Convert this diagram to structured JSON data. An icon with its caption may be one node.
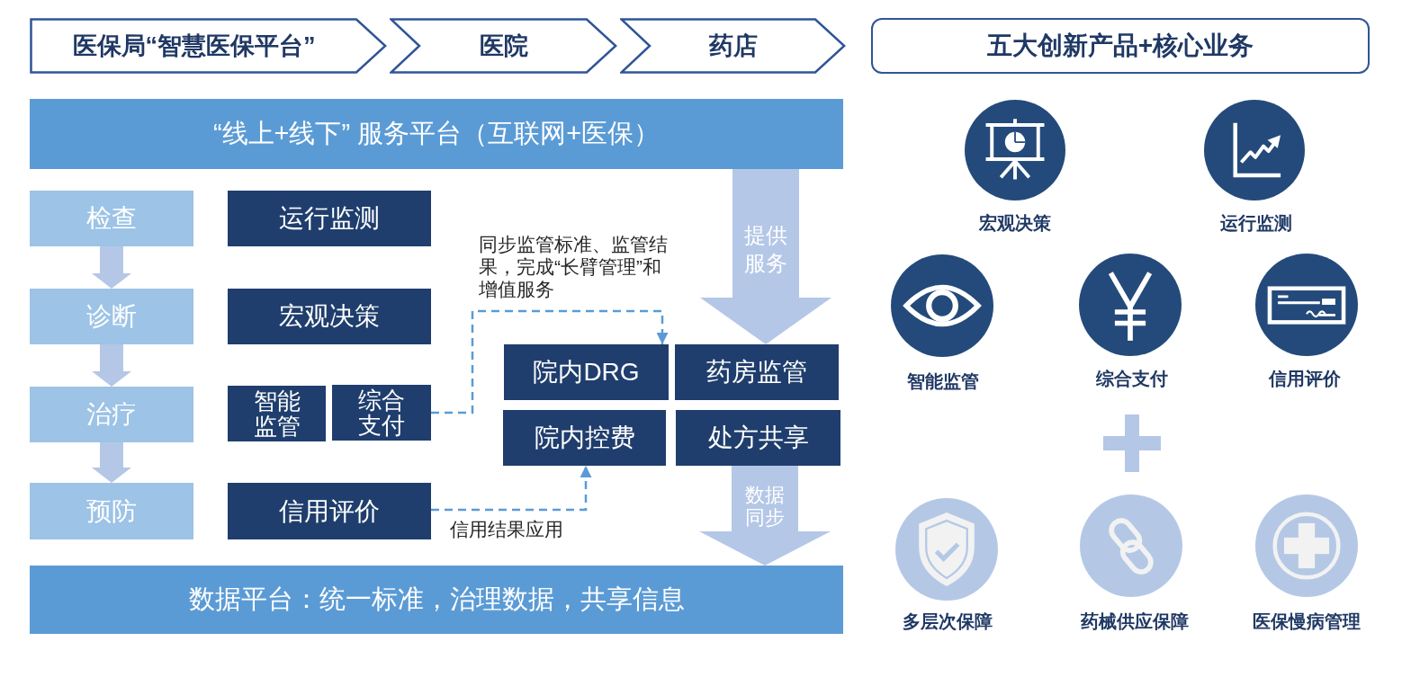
{
  "diagram": {
    "nodes": [
      {
        "text": [
          "医保局“智慧医保平台”"
        ]
      },
      {
        "text": [
          "医院"
        ]
      },
      {
        "text": [
          "药店"
        ]
      },
      {
        "text": [
          "五大创新产品+核心业务"
        ]
      },
      {
        "text": [
          "“线上+线下” 服务平台（互联网+医保）"
        ]
      },
      {
        "text": [
          "检查"
        ]
      },
      {
        "text": [
          "运行监测"
        ]
      },
      {
        "text": [
          "诊断"
        ]
      },
      {
        "text": [
          "宏观决策"
        ]
      },
      {
        "text": [
          "治疗"
        ]
      },
      {
        "text": [
          "智能监管"
        ]
      },
      {
        "text": [
          "综合支付"
        ]
      },
      {
        "text": [
          "预防"
        ]
      },
      {
        "text": [
          "信用评价"
        ]
      },
      {
        "text": [
          "院内DRG"
        ]
      },
      {
        "text": [
          "药房监管"
        ]
      },
      {
        "text": [
          "院内控费"
        ]
      },
      {
        "text": [
          "处方共享"
        ]
      },
      {
        "text": [
          "数据平台：统一标准，治理数据，共享信息"
        ]
      }
    ],
    "edges": [
      {
        "from": 5,
        "to": 7,
        "arrow": "to"
      },
      {
        "from": 7,
        "to": 9,
        "arrow": "to"
      },
      {
        "from": 9,
        "to": 12,
        "arrow": "to"
      },
      {
        "from": 11,
        "to": 14,
        "arrow": "to",
        "label": "同步监管标准、监管结果，完成“长臂管理”和增值服务",
        "style": "dashed",
        "color": "#5b9bd5"
      },
      {
        "from": 13,
        "to": 16,
        "arrow": "to",
        "label": "信用结果应用",
        "style": "dashed",
        "color": "#5b9bd5"
      },
      {
        "from": 4,
        "to": 15,
        "arrow": "to",
        "label": "提供服务"
      },
      {
        "from": 17,
        "to": 18,
        "arrow": "to",
        "label": "数据同步"
      }
    ],
    "labels": [
      "宏观决策",
      "运行监测",
      "智能监管",
      "综合支付",
      "信用评价",
      "多层次保障",
      "药械供应保障",
      "医保慢病管理"
    ]
  }
}
